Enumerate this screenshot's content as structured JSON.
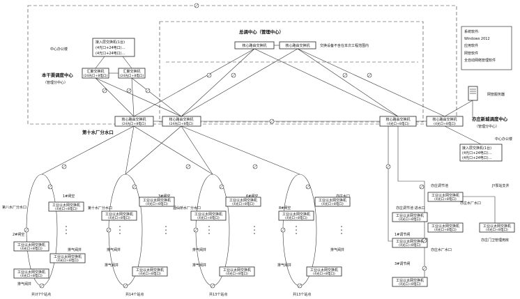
{
  "center": {
    "title": "总调中心（管理中心）",
    "core_a": "核心路由交换机",
    "core_b": "核心路由交换机",
    "note": "交换设备不含在本次工程范围内"
  },
  "info_box": {
    "line1": "系统软件:",
    "line2": "Windows 2012",
    "line3": "应用软件",
    "line4": "网管软件",
    "line5": "全自动网络管理软件"
  },
  "server_label": "网管服务器",
  "left_center": {
    "office": "中心办公楼",
    "access": "接入层交换机(1台)",
    "access_spec1": "(4光口+24电口)…",
    "access_spec2": "(4光口+24电口)…",
    "title": "本干渠调度中心",
    "subtitle": "（管理分中心）",
    "agg_a": "汇聚交换机",
    "agg_a_spec": "(24光口+8电口)",
    "agg_b": "汇聚交换机",
    "agg_b_spec": "(24光口+8电口)"
  },
  "row_cores": [
    {
      "label": "核心路由交换机",
      "spec": "(24光口+8电口)"
    },
    {
      "label": "核心路由交换机",
      "spec": "(24光口+8电口)"
    },
    {
      "label": "核心路由交换机",
      "spec": "(4光口+8电口)"
    },
    {
      "label": "核心路由交换机",
      "spec": "(4光口+8电口)"
    }
  ],
  "labels": {
    "water10": "第十水厂分水口",
    "right_center": "亦庄新城调度中心",
    "right_center_sub": "（管理分中心）",
    "right_office": "中心办公楼",
    "right_access": "接入层交换机(1台)",
    "right_access_spec1": "(4光口+24电口)…",
    "right_access_spec2": "(4光口+24电口)…"
  },
  "rings": [
    {
      "top_tag": "1#闸空",
      "left_tag": "第八水厂分水口",
      "mid_tag": "2#闸空",
      "sw1": "工业以太网交换机",
      "sw1_spec": "(4光口+8电口)",
      "sw2": "工业以太网交换机",
      "sw2_spec": "(4光口+8电口)",
      "sw3": "工业以太网交换机",
      "sw3_spec": "(4光口+8电口)",
      "sw4": "工业以太网交换机",
      "sw4_spec": "(4光口+8电口)",
      "vent": "排气阀井",
      "vent2": "排气阀井",
      "count": "共计7个站点"
    },
    {
      "top_tag": "3#闸空",
      "left_tag": "第十水厂分水口",
      "mid_tag": "",
      "sw1": "工业以太网交换机",
      "sw1_spec": "(4光口+8电口)",
      "sw2": "工业以太网交换机",
      "sw2_spec": "(4光口+8电口)",
      "sw3": "工业以太网交换机",
      "sw3_spec": "(4光口+8电口)",
      "vent": "排气阀井",
      "vent2": "排气阀井",
      "count": "共14个站点"
    },
    {
      "top_tag": "6#闸空",
      "left_tag": "酒仙桥水厂分水口",
      "mid_tag": "",
      "sw1": "工业以太网交换机",
      "sw1_spec": "(4光口+8电口)",
      "sw2": "工业以太网交换机",
      "sw2_spec": "(4光口+8电口)",
      "sw3": "工业以太网交换机",
      "sw3_spec": "(4光口+8电口)",
      "vent": "排气阀井",
      "vent2": "排气阀井",
      "count": "共13个站点"
    },
    {
      "top_tag": "亦庄水口",
      "left_tag": "8#闸空",
      "mid_tag": "",
      "sw1": "工业以太网交换机",
      "sw1_spec": "(4光口+8电口)",
      "sw2": "工业以太网交换机",
      "sw2_spec": "(4光口+8电口)",
      "sw3": "工业以太网交换机",
      "sw3_spec": "(4光口+8电口)",
      "vent": "排气阀井",
      "vent2": "排气阀井",
      "count": "共13个站点"
    }
  ],
  "right_ring": {
    "top_tag": "亦庄调节池",
    "left_tag": "亦庄调节池\n进水口",
    "s1": "工业以太网交换机",
    "s1_spec": "(4光口+8电口)",
    "s2": "工业以太网交换机",
    "s2_spec": "(4光口+8电口)",
    "s3": "工业以太网交换机",
    "s3_spec": "(4光口+8电口)",
    "s4": "工业以太网交换机",
    "s4_spec": "(4光口+8电口)",
    "s5": "工业以太网交换机",
    "s5_spec": "(4光口+8电口)",
    "s6": "工业以太网交换机",
    "s6_spec": "(4光口+8电口)",
    "tag_a": "亦庄水厂水口",
    "tag_b": "1#调节闸",
    "tag_c": "亦庄水厂水口",
    "tag_d": "3#调节闸",
    "branch_title": "JY泵站支井",
    "branch_sw": "工业以太网交换机",
    "branch_sw_spec": "(4光口+8电口)",
    "branch_foot": "亦庄门卫管理用房"
  }
}
